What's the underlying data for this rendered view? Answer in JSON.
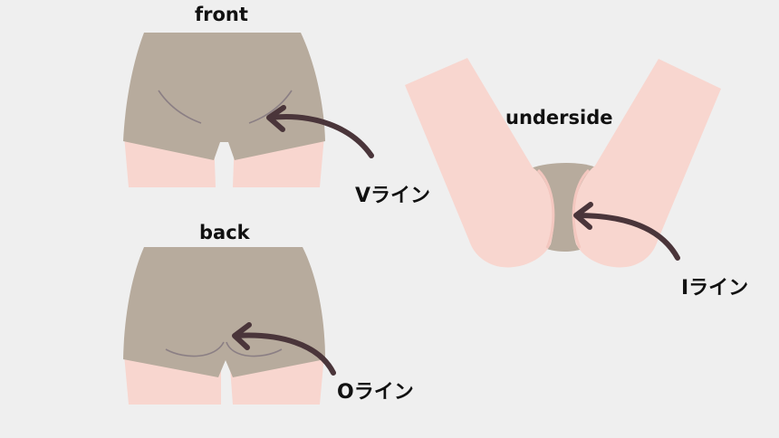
{
  "labels": {
    "front": "front",
    "back": "back",
    "underside": "underside",
    "v_line": "Vライン",
    "o_line": "Oライン",
    "i_line": "Iライン"
  },
  "colors": {
    "background": "#efefef",
    "garment": "#b7ab9d",
    "skin": "#f8d6cf",
    "skin_inner": "#f3c7bf",
    "crease": "#8b7f84",
    "arrow": "#4a353a",
    "text": "#111111"
  }
}
